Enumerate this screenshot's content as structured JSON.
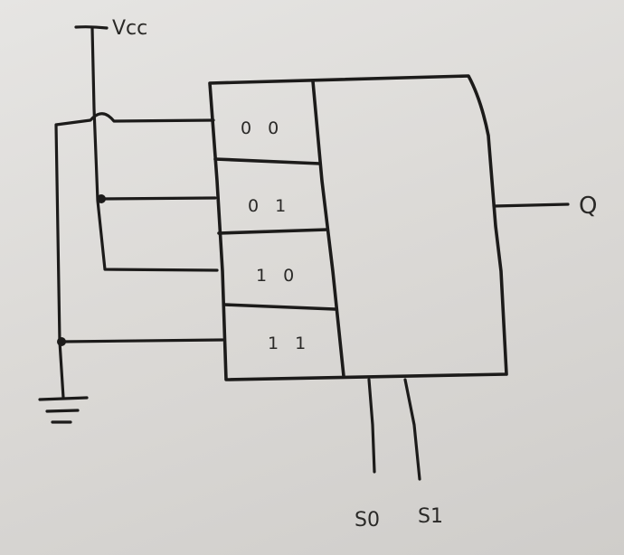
{
  "supply_label": "Vcc",
  "output_label": "Q",
  "inputs": [
    {
      "code": "0 0"
    },
    {
      "code": "0 1"
    },
    {
      "code": "1 0"
    },
    {
      "code": "1 1"
    }
  ],
  "select_lines": [
    "S0",
    "S1"
  ]
}
